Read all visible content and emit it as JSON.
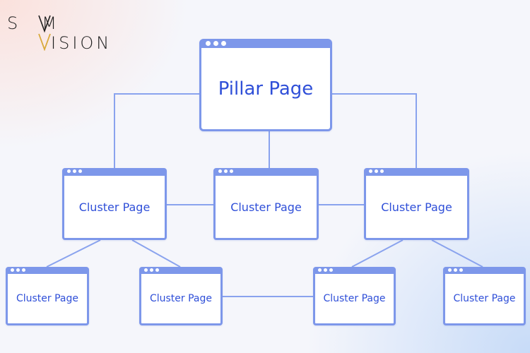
{
  "logo": {
    "line1_left": "S",
    "line1_right": "M",
    "line2": "ISION"
  },
  "diagram": {
    "pillar": {
      "label": "Pillar Page"
    },
    "clusters": [
      {
        "label": "Cluster Page"
      },
      {
        "label": "Cluster Page"
      },
      {
        "label": "Cluster Page"
      },
      {
        "label": "Cluster Page"
      },
      {
        "label": "Cluster Page"
      },
      {
        "label": "Cluster Page"
      },
      {
        "label": "Cluster Page"
      }
    ]
  },
  "colors": {
    "node_border": "#7d97ea",
    "node_text": "#2f4fd8",
    "connector": "#8aa3ee",
    "logo_accent": "#d9a93a"
  }
}
